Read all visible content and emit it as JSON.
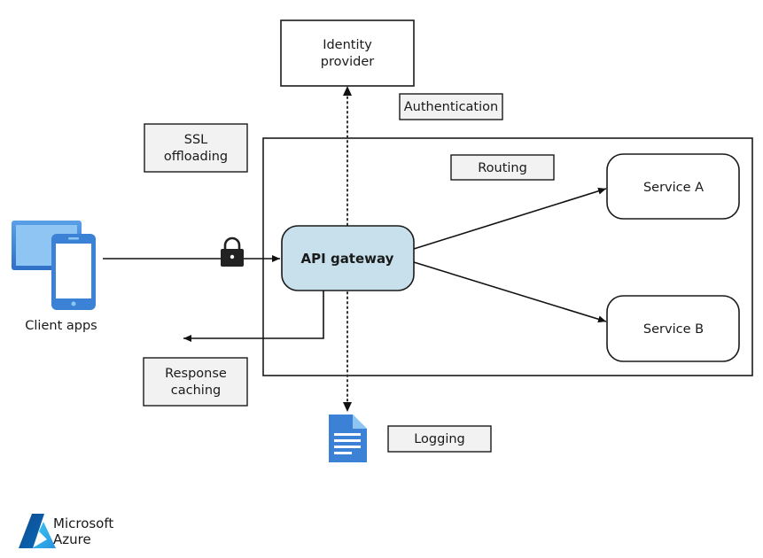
{
  "nodes": {
    "identity_provider": {
      "line1": "Identity",
      "line2": "provider"
    },
    "api_gateway": {
      "label": "API gateway"
    },
    "service_a": {
      "label": "Service A"
    },
    "service_b": {
      "label": "Service B"
    },
    "client_apps": {
      "label": "Client apps"
    }
  },
  "labels": {
    "authentication": "Authentication",
    "ssl_offloading": {
      "line1": "SSL",
      "line2": "offloading"
    },
    "routing": "Routing",
    "response_caching": {
      "line1": "Response",
      "line2": "caching"
    },
    "logging": "Logging"
  },
  "logo": {
    "line1": "Microsoft",
    "line2": "Azure"
  },
  "colors": {
    "gateway_fill": "#c7e0ec",
    "label_fill": "#f2f2f2",
    "device_blue": "#3b82d6",
    "device_light": "#8ec5f3",
    "azure_blue": "#0078d4"
  },
  "icons": [
    "lock-icon",
    "document-icon",
    "client-devices-icon",
    "azure-logo-icon"
  ]
}
